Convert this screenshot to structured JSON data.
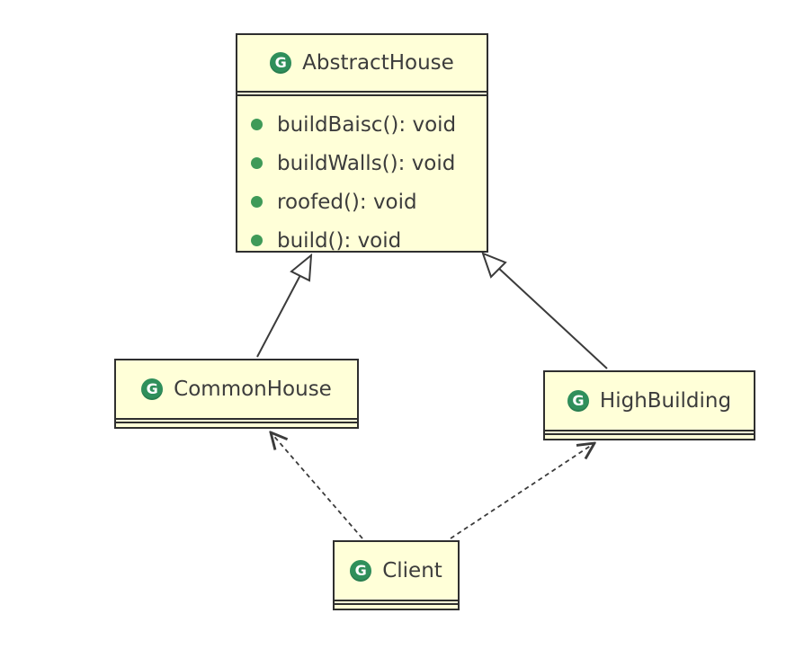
{
  "diagram": {
    "classes": {
      "abstract_house": {
        "icon": "class-icon",
        "icon_text": "G",
        "name": "AbstractHouse",
        "methods": [
          "buildBaisc(): void",
          "buildWalls(): void",
          "roofed(): void",
          "build(): void"
        ]
      },
      "common_house": {
        "icon": "class-icon",
        "icon_text": "G",
        "name": "CommonHouse"
      },
      "high_building": {
        "icon": "class-icon",
        "icon_text": "G",
        "name": "HighBuilding"
      },
      "client": {
        "icon": "class-icon",
        "icon_text": "G",
        "name": "Client"
      }
    },
    "relationships": [
      {
        "type": "generalization",
        "from": "CommonHouse",
        "to": "AbstractHouse",
        "line": "solid"
      },
      {
        "type": "generalization",
        "from": "HighBuilding",
        "to": "AbstractHouse",
        "line": "solid"
      },
      {
        "type": "dependency",
        "from": "Client",
        "to": "CommonHouse",
        "line": "dashed"
      },
      {
        "type": "dependency",
        "from": "Client",
        "to": "HighBuilding",
        "line": "dashed"
      }
    ],
    "colors": {
      "class_fill": "#ffffd8",
      "border": "#2f2f2f",
      "icon": "#2f8f5b",
      "method_dot": "#3f9a58",
      "text": "#3c3c3c",
      "connector": "#3b3b3b"
    }
  }
}
